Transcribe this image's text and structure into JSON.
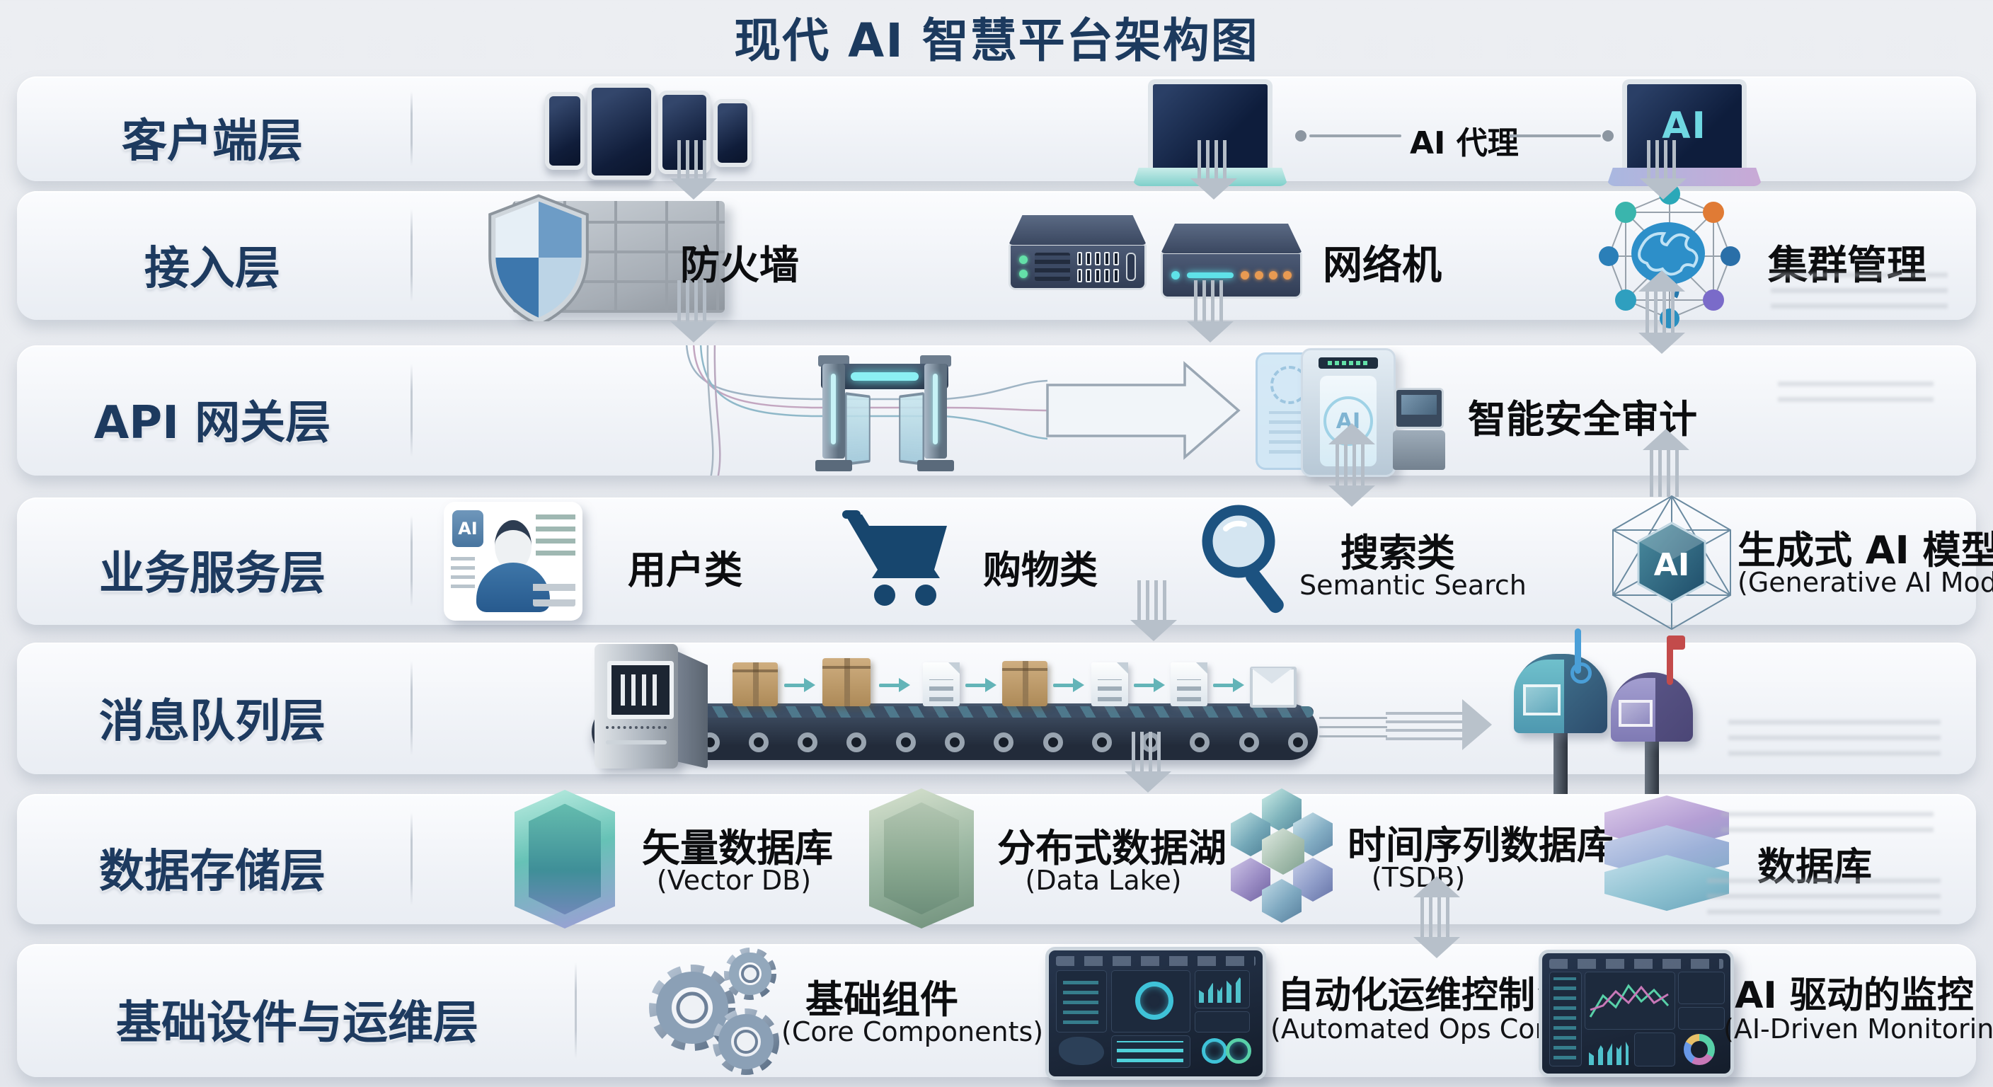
{
  "title": "现代 AI 智慧平台架构图",
  "colors": {
    "heading_navy": "#1c3a5e",
    "item_text": "#0c0d0f",
    "teal_accent": "#5fc7cd",
    "arrow_gray": "#b7c0ca",
    "laptop_teal": "#7fd0cb",
    "laptop_purple": "#c9a9d6"
  },
  "glyphs": {
    "ai": "AI"
  },
  "layers": [
    {
      "label": "客户端层",
      "agent_link": "AI 代理",
      "laptop_screen_ai": "AI"
    },
    {
      "label": "接入层",
      "firewall": "防火墙",
      "network": "网络机",
      "cluster": "集群管理"
    },
    {
      "label": "API 网关层",
      "audit": "智能安全审计",
      "portal_ai": "AI"
    },
    {
      "label": "业务服务层",
      "user": "用户类",
      "user_badge": "AI",
      "shopping": "购物类",
      "search": "搜索类",
      "search_sub": "Semantic Search",
      "genai": "生成式 AI 模型",
      "genai_sub": "(Generative AI Model)",
      "genai_core": "AI"
    },
    {
      "label": "消息队列层"
    },
    {
      "label": "数据存储层",
      "vector": "矢量数据库",
      "vector_sub": "(Vector DB)",
      "lake": "分布式数据湖",
      "lake_sub": "(Data Lake)",
      "tsdb": "时间序列数据库",
      "tsdb_sub": "(TSDB)",
      "db": "数据库"
    },
    {
      "label": "基础设件与运维层",
      "core": "基础组件",
      "core_sub": "(Core Components)",
      "ops": "自动化运维控制台",
      "ops_sub": "(Automated Ops Console)",
      "monitor": "AI 驱动的监控",
      "monitor_sub": "(AI-Driven Monitoring)"
    }
  ]
}
